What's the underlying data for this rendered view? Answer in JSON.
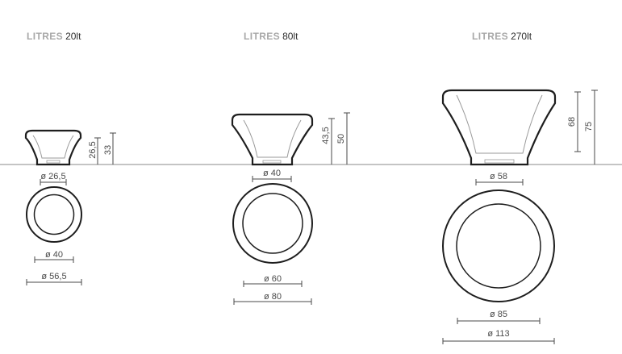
{
  "products": [
    {
      "title_word": "LITRES",
      "title_value": "20lt",
      "height_inner": "26,5",
      "height_total": "33",
      "base_diameter": "ø 26,5",
      "inner_diameter": "ø 40",
      "outer_diameter": "ø 56,5"
    },
    {
      "title_word": "LITRES",
      "title_value": "80lt",
      "height_inner": "43,5",
      "height_total": "50",
      "base_diameter": "ø 40",
      "inner_diameter": "ø 60",
      "outer_diameter": "ø 80"
    },
    {
      "title_word": "LITRES",
      "title_value": "270lt",
      "height_inner": "68",
      "height_total": "75",
      "base_diameter": "ø 58",
      "inner_diameter": "ø 85",
      "outer_diameter": "ø 113"
    }
  ]
}
